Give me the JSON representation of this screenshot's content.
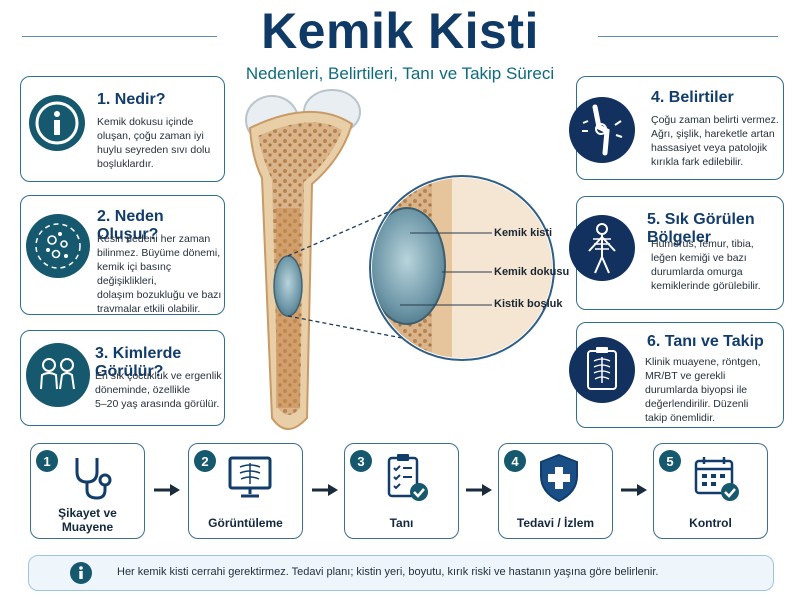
{
  "header": {
    "title": "Kemik Kisti",
    "subtitle": "Nedenleri, Belirtileri, Tanı ve Takip Süreci"
  },
  "cards_left": [
    {
      "title": "1. Nedir?",
      "text": [
        "Kemik dokusu içinde",
        "oluşan, çoğu zaman iyi",
        "huylu seyreden sıvı dolu",
        "boşluklardır."
      ],
      "icon": "info-icon"
    },
    {
      "title": "2. Neden Oluşur?",
      "text": [
        "Kesin nedeni her zaman",
        "bilinmez. Büyüme dönemi,",
        "kemik içi basınç değişiklikleri,",
        "dolaşım bozukluğu ve bazı",
        "travmalar etkili olabilir."
      ],
      "icon": "cells-icon"
    },
    {
      "title": "3. Kimlerde Görülür?",
      "text": [
        "En sık çocukluk ve ergenlik",
        "döneminde, özellikle",
        "5–20 yaş arasında görülür."
      ],
      "icon": "children-icon"
    }
  ],
  "cards_right": [
    {
      "title": "4. Belirtiler",
      "text": [
        "Çoğu zaman belirti vermez.",
        "Ağrı, şişlik, hareketle artan",
        "hassasiyet veya patolojik",
        "kırıkla fark edilebilir."
      ],
      "icon": "knee-pain-icon"
    },
    {
      "title": "5. Sık Görülen Bölgeler",
      "text": [
        "Humerus, femur, tibia,",
        "leğen kemiği ve bazı",
        "durumlarda omurga",
        "kemiklerinde görülebilir."
      ],
      "icon": "skeleton-icon"
    },
    {
      "title": "6. Tanı ve Takip",
      "text": [
        "Klinik muayene, röntgen,",
        "MR/BT ve gerekli",
        "durumlarda biyopsi ile",
        "değerlendirilir. Düzenli",
        "takip önemlidir."
      ],
      "icon": "xray-clipboard-icon"
    }
  ],
  "bone_labels": {
    "cyst": "Kemik kisti",
    "tissue": "Kemik dokusu",
    "cavity": "Kistik boşluk"
  },
  "steps": [
    {
      "num": "1",
      "label1": "Şikayet ve",
      "label2": "Muayene",
      "icon": "stethoscope-icon"
    },
    {
      "num": "2",
      "label1": "Görüntüleme",
      "label2": "",
      "icon": "xray-monitor-icon"
    },
    {
      "num": "3",
      "label1": "Tanı",
      "label2": "",
      "icon": "checklist-icon"
    },
    {
      "num": "4",
      "label1": "Tedavi / İzlem",
      "label2": "",
      "icon": "shield-cross-icon"
    },
    {
      "num": "5",
      "label1": "Kontrol",
      "label2": "",
      "icon": "calendar-check-icon"
    }
  ],
  "footer_note": "Her kemik kisti cerrahi gerektirmez. Tedavi planı; kistin yeri, boyutu, kırık riski ve hastanın yaşına göre belirlenir.",
  "colors": {
    "navy": "#0f3a66",
    "teal": "#16596e",
    "card_border": "#2f6f8e",
    "note_bg": "#eef6fb"
  }
}
